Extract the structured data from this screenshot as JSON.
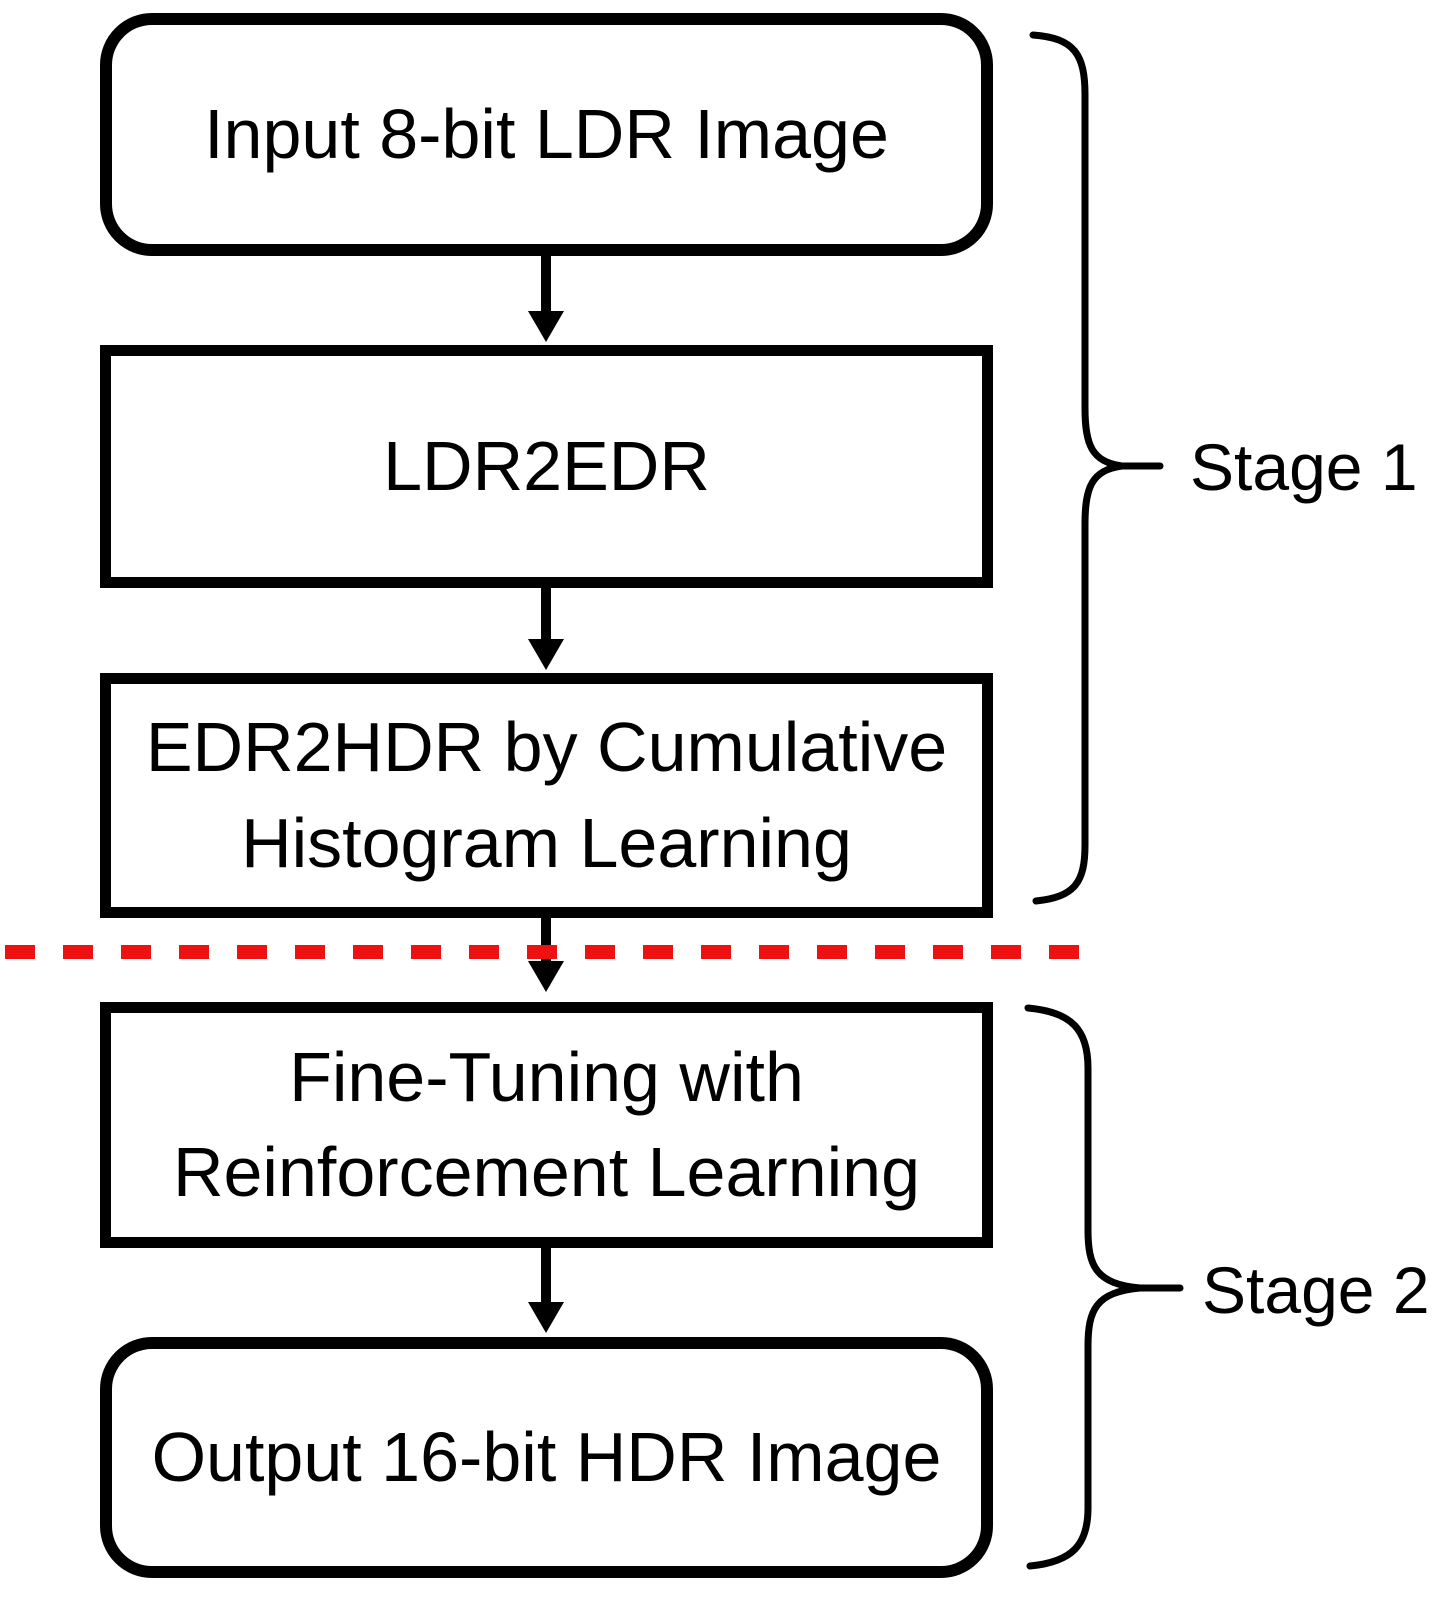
{
  "diagram": {
    "type": "flowchart",
    "boxes": [
      {
        "shape": "rounded",
        "lines": [
          "Input 8-bit LDR Image"
        ]
      },
      {
        "shape": "rect",
        "lines": [
          "LDR2EDR"
        ]
      },
      {
        "shape": "rect",
        "lines": [
          "EDR2HDR by Cumulative",
          "Histogram Learning"
        ]
      },
      {
        "shape": "rect",
        "lines": [
          "Fine-Tuning with",
          "Reinforcement Learning"
        ]
      },
      {
        "shape": "rounded",
        "lines": [
          "Output 16-bit HDR Image"
        ]
      }
    ],
    "stages": [
      {
        "label": "Stage 1"
      },
      {
        "label": "Stage 2"
      }
    ],
    "colors": {
      "divider": "#ee1111",
      "ink": "#000000",
      "background": "#ffffff"
    }
  }
}
